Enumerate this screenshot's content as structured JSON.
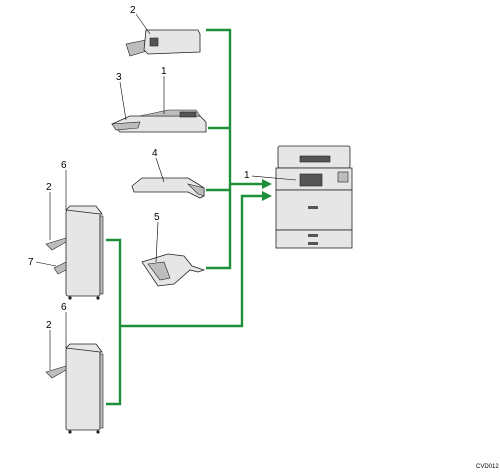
{
  "callouts": {
    "c_stapler_unit": "2",
    "c_adf": "1",
    "c_adf_tray": "3",
    "c_exposure_glass_cover": "4",
    "c_output_tray": "5",
    "c_finisher_top": "6",
    "c_finisher_top_tray": "2",
    "c_finisher_top_side": "7",
    "c_finisher_bottom": "6",
    "c_finisher_bottom_tray": "2",
    "c_machine": "1"
  },
  "image_code": "CVD012",
  "colors": {
    "connector": "#1f8f3a"
  }
}
